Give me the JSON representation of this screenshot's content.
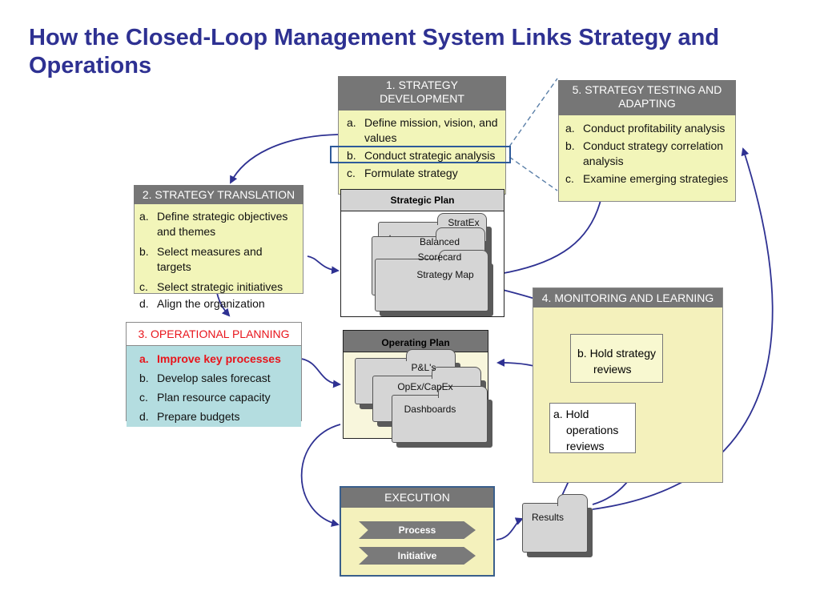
{
  "title": "How the Closed-Loop Management System Links Strategy and Operations",
  "strategy_development": {
    "header": "1. STRATEGY DEVELOPMENT",
    "items": [
      {
        "marker": "a.",
        "text": "Define mission, vision, and values"
      },
      {
        "marker": "b.",
        "text": "Conduct strategic analysis"
      },
      {
        "marker": "c.",
        "text": "Formulate strategy"
      }
    ]
  },
  "strategy_translation": {
    "header": "2. STRATEGY TRANSLATION",
    "items": [
      {
        "marker": "a.",
        "text": "Define strategic objectives and themes"
      },
      {
        "marker": "b.",
        "text": "Select measures and targets"
      },
      {
        "marker": "c.",
        "text": "Select strategic initiatives"
      },
      {
        "marker": "d.",
        "text": "Align the organization"
      }
    ]
  },
  "operational_planning": {
    "header": "3. OPERATIONAL PLANNING",
    "items": [
      {
        "marker": "a.",
        "text": "Improve key processes"
      },
      {
        "marker": "b.",
        "text": "Develop sales forecast"
      },
      {
        "marker": "c.",
        "text": "Plan resource capacity"
      },
      {
        "marker": "d.",
        "text": "Prepare budgets"
      }
    ]
  },
  "monitoring_learning": {
    "header": "4. MONITORING AND LEARNING",
    "strategy_reviews": "b. Hold strategy reviews",
    "operations_reviews": "a. Hold operations reviews"
  },
  "strategy_testing": {
    "header": "5. STRATEGY TESTING AND ADAPTING",
    "items": [
      {
        "marker": "a.",
        "text": "Conduct profitability analysis"
      },
      {
        "marker": "b.",
        "text": "Conduct strategy correlation analysis"
      },
      {
        "marker": "c.",
        "text": "Examine emerging strategies"
      }
    ]
  },
  "strategic_plan": {
    "header": "Strategic Plan",
    "folders": [
      "StratEx",
      "Balanced Scorecard",
      "Strategy Map"
    ],
    "dot": "."
  },
  "operating_plan": {
    "header": "Operating Plan",
    "folders": [
      "P&L's",
      "OpEx/CapEx",
      "Dashboards"
    ]
  },
  "execution": {
    "header": "EXECUTION",
    "process": "Process",
    "initiative": "Initiative"
  },
  "results": "Results",
  "colors": {
    "title": "#2e3192",
    "arrow": "#2e3192",
    "header_gray": "#767676",
    "yellow_fill": "#f2f5b9",
    "cyan_fill": "#b4dde0",
    "red_text": "#e8141b"
  }
}
